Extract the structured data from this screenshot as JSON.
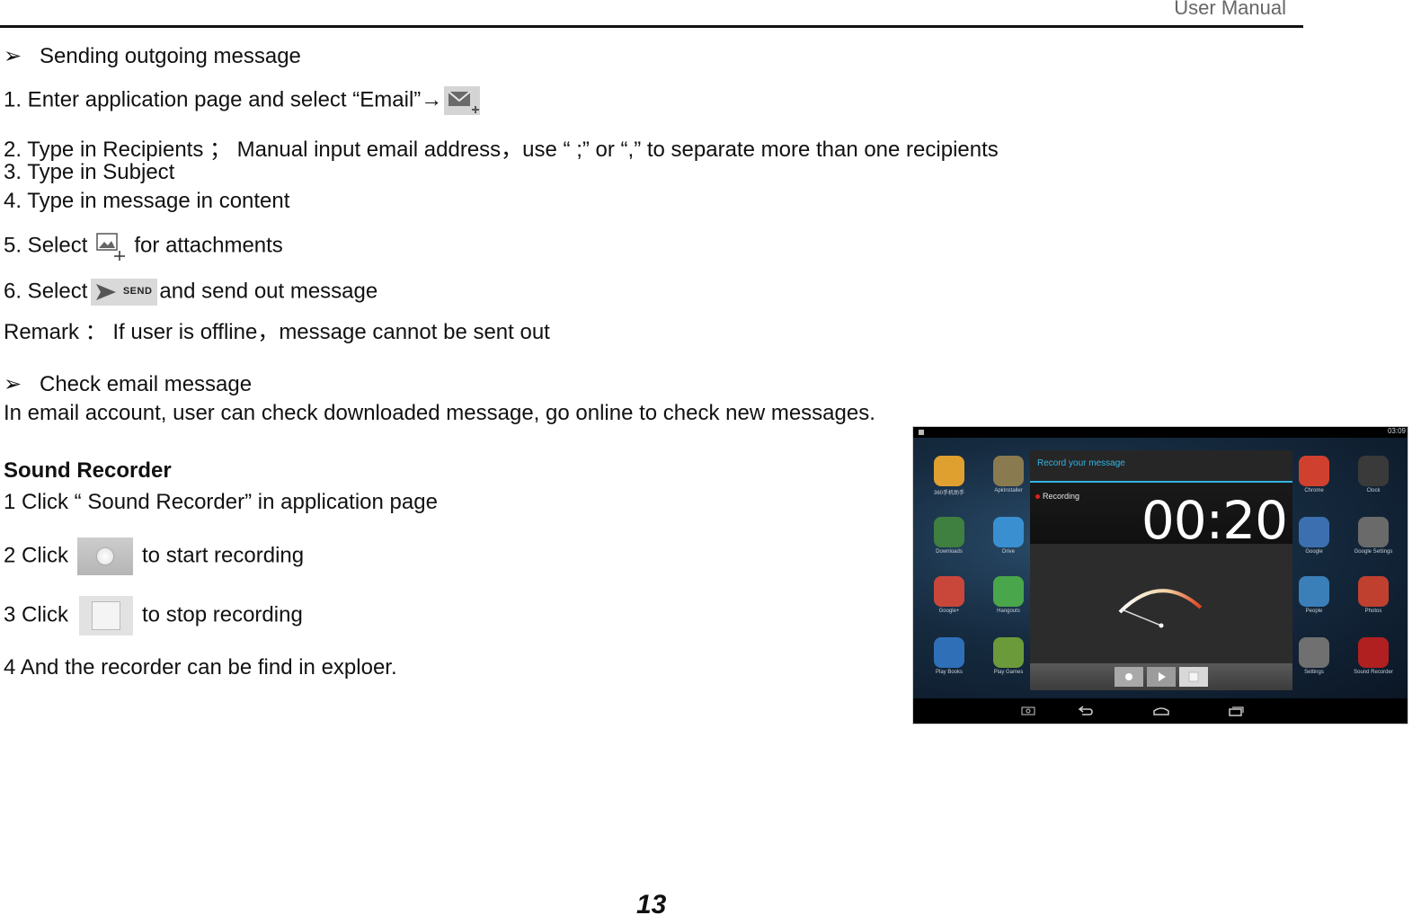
{
  "header": {
    "title": "User Manual"
  },
  "email_section": {
    "heading": "Sending outgoing message",
    "step1": "1. Enter application page and select “Email”",
    "step1_arrow": "→",
    "step2": "2. Type in Recipients ； Manual input email address，use “ ;” or “,” to separate more than one recipients",
    "step3": "3. Type in Subject",
    "step4": "4. Type in message in content",
    "step5_prefix": "5. Select",
    "step5_suffix": "for attachments",
    "step6_prefix": "6. Select",
    "send_icon_label": "SEND",
    "step6_suffix": "and send out message",
    "remark": "Remark ： If user is offline，message cannot be sent out"
  },
  "check_section": {
    "heading": "Check email message",
    "body": "In email account, user can check downloaded message, go online to check new messages."
  },
  "recorder_section": {
    "title": "Sound Recorder",
    "step1": "1 Click “ Sound Recorder” in application page",
    "step2_prefix": "2 Click",
    "step2_suffix": "to start  recording",
    "step3_prefix": "3 Click",
    "step3_suffix": "to stop recording",
    "step4": "4 And the recorder can be find in exploer."
  },
  "bullet_glyph": "➢",
  "tablet": {
    "status_time": "03:09",
    "dialog_title": "Record your message",
    "recording_label": "Recording",
    "timer": "00:20",
    "apps": [
      {
        "label": "360手机助手",
        "color": "#e0a030"
      },
      {
        "label": "ApkInstaller",
        "color": "#8a7a50"
      },
      {
        "label": "Downloads",
        "color": "#3f7f3f"
      },
      {
        "label": "Drive",
        "color": "#3a8fd0"
      },
      {
        "label": "Google+",
        "color": "#c9463a"
      },
      {
        "label": "Hangouts",
        "color": "#4aa64a"
      },
      {
        "label": "Play Books",
        "color": "#2f6fb8"
      },
      {
        "label": "Play Games",
        "color": "#6b9a3a"
      },
      {
        "label": "Chrome",
        "color": "#d0402f"
      },
      {
        "label": "Clock",
        "color": "#3a3a3a"
      },
      {
        "label": "Google",
        "color": "#3c6fb0"
      },
      {
        "label": "Google Settings",
        "color": "#6a6a6a"
      },
      {
        "label": "People",
        "color": "#3b7fb8"
      },
      {
        "label": "Photos",
        "color": "#c0402f"
      },
      {
        "label": "Settings",
        "color": "#707070"
      },
      {
        "label": "Sound Recorder",
        "color": "#b02020"
      }
    ]
  },
  "page_number": "13",
  "colors": {
    "accent": "#33b5e5",
    "record_red": "#e02020"
  }
}
